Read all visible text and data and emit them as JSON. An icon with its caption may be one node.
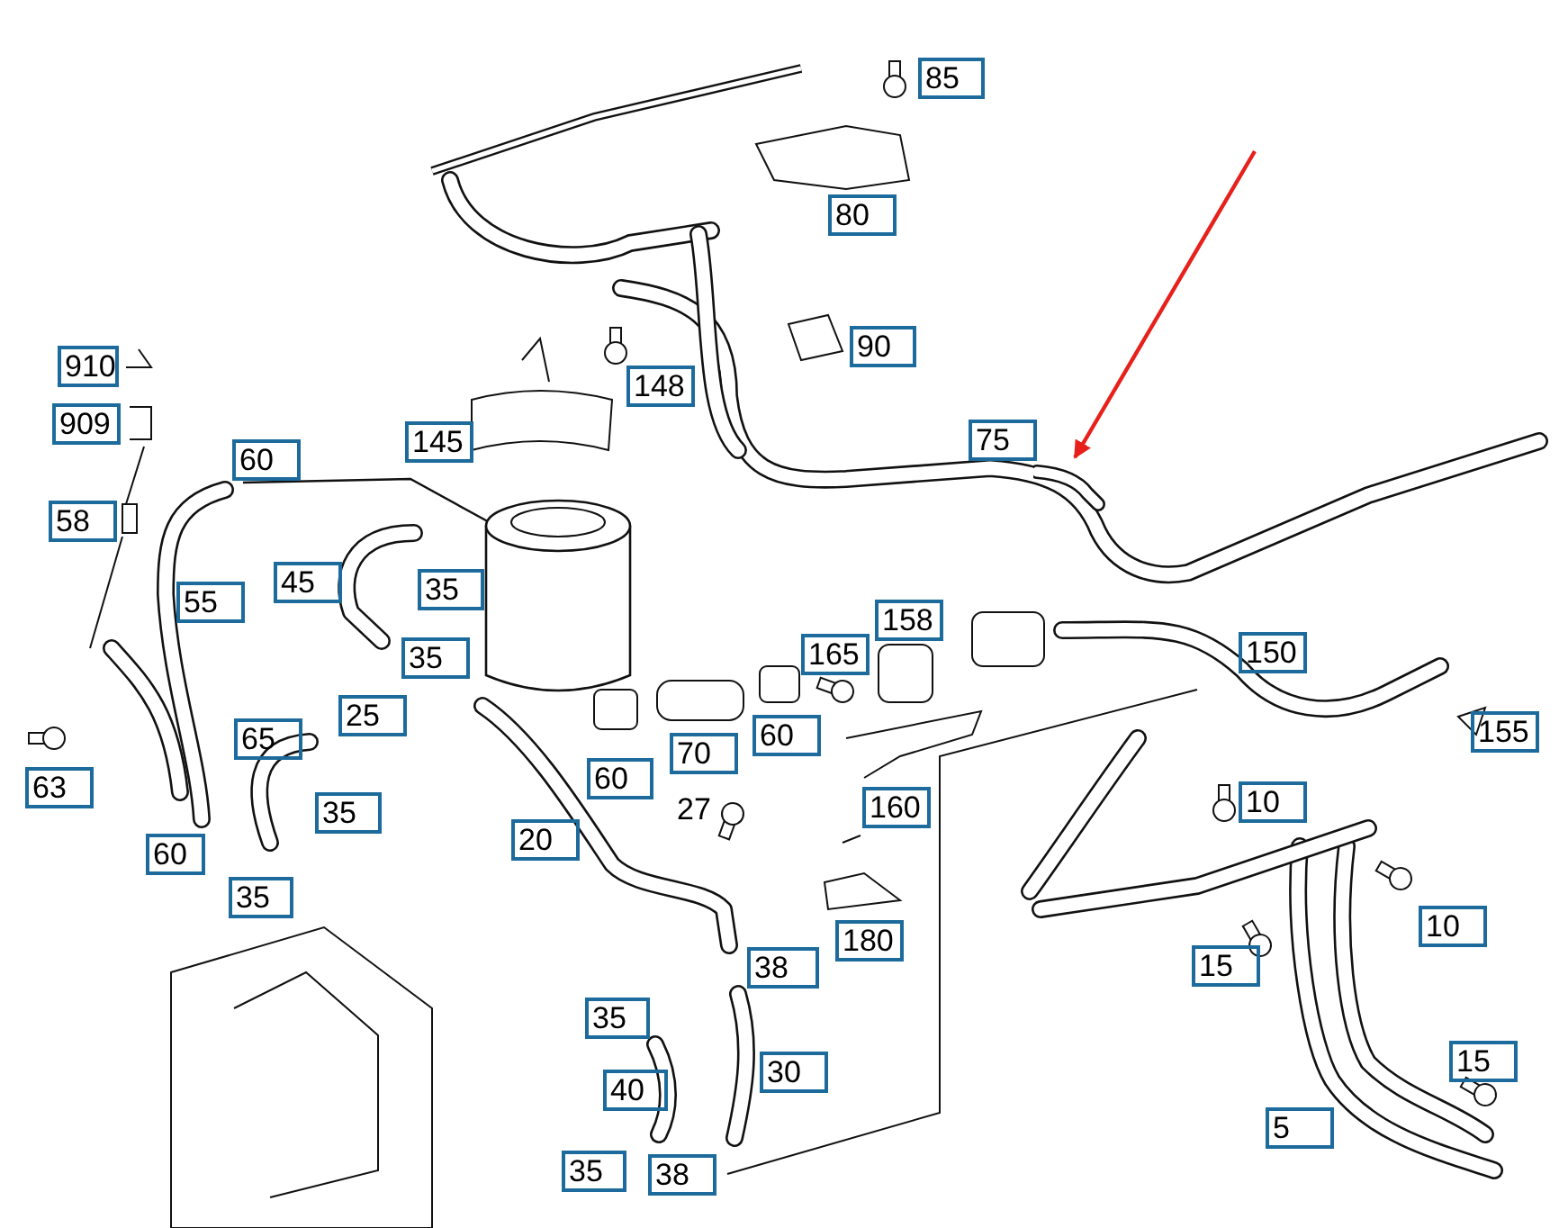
{
  "diagram": {
    "nodes": [
      {
        "text": [
          "85"
        ]
      },
      {
        "text": [
          "80"
        ]
      },
      {
        "text": [
          "90"
        ]
      },
      {
        "text": [
          "910"
        ]
      },
      {
        "text": [
          "148"
        ]
      },
      {
        "text": [
          "909"
        ]
      },
      {
        "text": [
          "145"
        ]
      },
      {
        "text": [
          "75"
        ]
      },
      {
        "text": [
          "60"
        ]
      },
      {
        "text": [
          "58"
        ]
      },
      {
        "text": [
          "45"
        ]
      },
      {
        "text": [
          "35"
        ]
      },
      {
        "text": [
          "55"
        ]
      },
      {
        "text": [
          "158"
        ]
      },
      {
        "text": [
          "165"
        ]
      },
      {
        "text": [
          "150"
        ]
      },
      {
        "text": [
          "35"
        ]
      },
      {
        "text": [
          "25"
        ]
      },
      {
        "text": [
          "155"
        ]
      },
      {
        "text": [
          "60"
        ]
      },
      {
        "text": [
          "65"
        ]
      },
      {
        "text": [
          "70"
        ]
      },
      {
        "text": [
          "60"
        ]
      },
      {
        "text": [
          "63"
        ]
      },
      {
        "text": [
          "10"
        ]
      },
      {
        "text": [
          "160"
        ]
      },
      {
        "text": [
          "35"
        ]
      },
      {
        "text": [
          "20"
        ]
      },
      {
        "text": [
          "60"
        ]
      },
      {
        "text": [
          "35"
        ]
      },
      {
        "text": [
          "10"
        ]
      },
      {
        "text": [
          "180"
        ]
      },
      {
        "text": [
          "15"
        ]
      },
      {
        "text": [
          "38"
        ]
      },
      {
        "text": [
          "35"
        ]
      },
      {
        "text": [
          "30"
        ]
      },
      {
        "text": [
          "15"
        ]
      },
      {
        "text": [
          "40"
        ]
      },
      {
        "text": [
          "5"
        ]
      },
      {
        "text": [
          "35"
        ]
      },
      {
        "text": [
          "38"
        ]
      },
      {
        "text": [],
        "shape": "picture"
      }
    ],
    "edges": [
      {
        "from": null,
        "to": 41,
        "arrow": "to",
        "color": "#e8201c"
      }
    ],
    "labels": [
      "27"
    ]
  }
}
